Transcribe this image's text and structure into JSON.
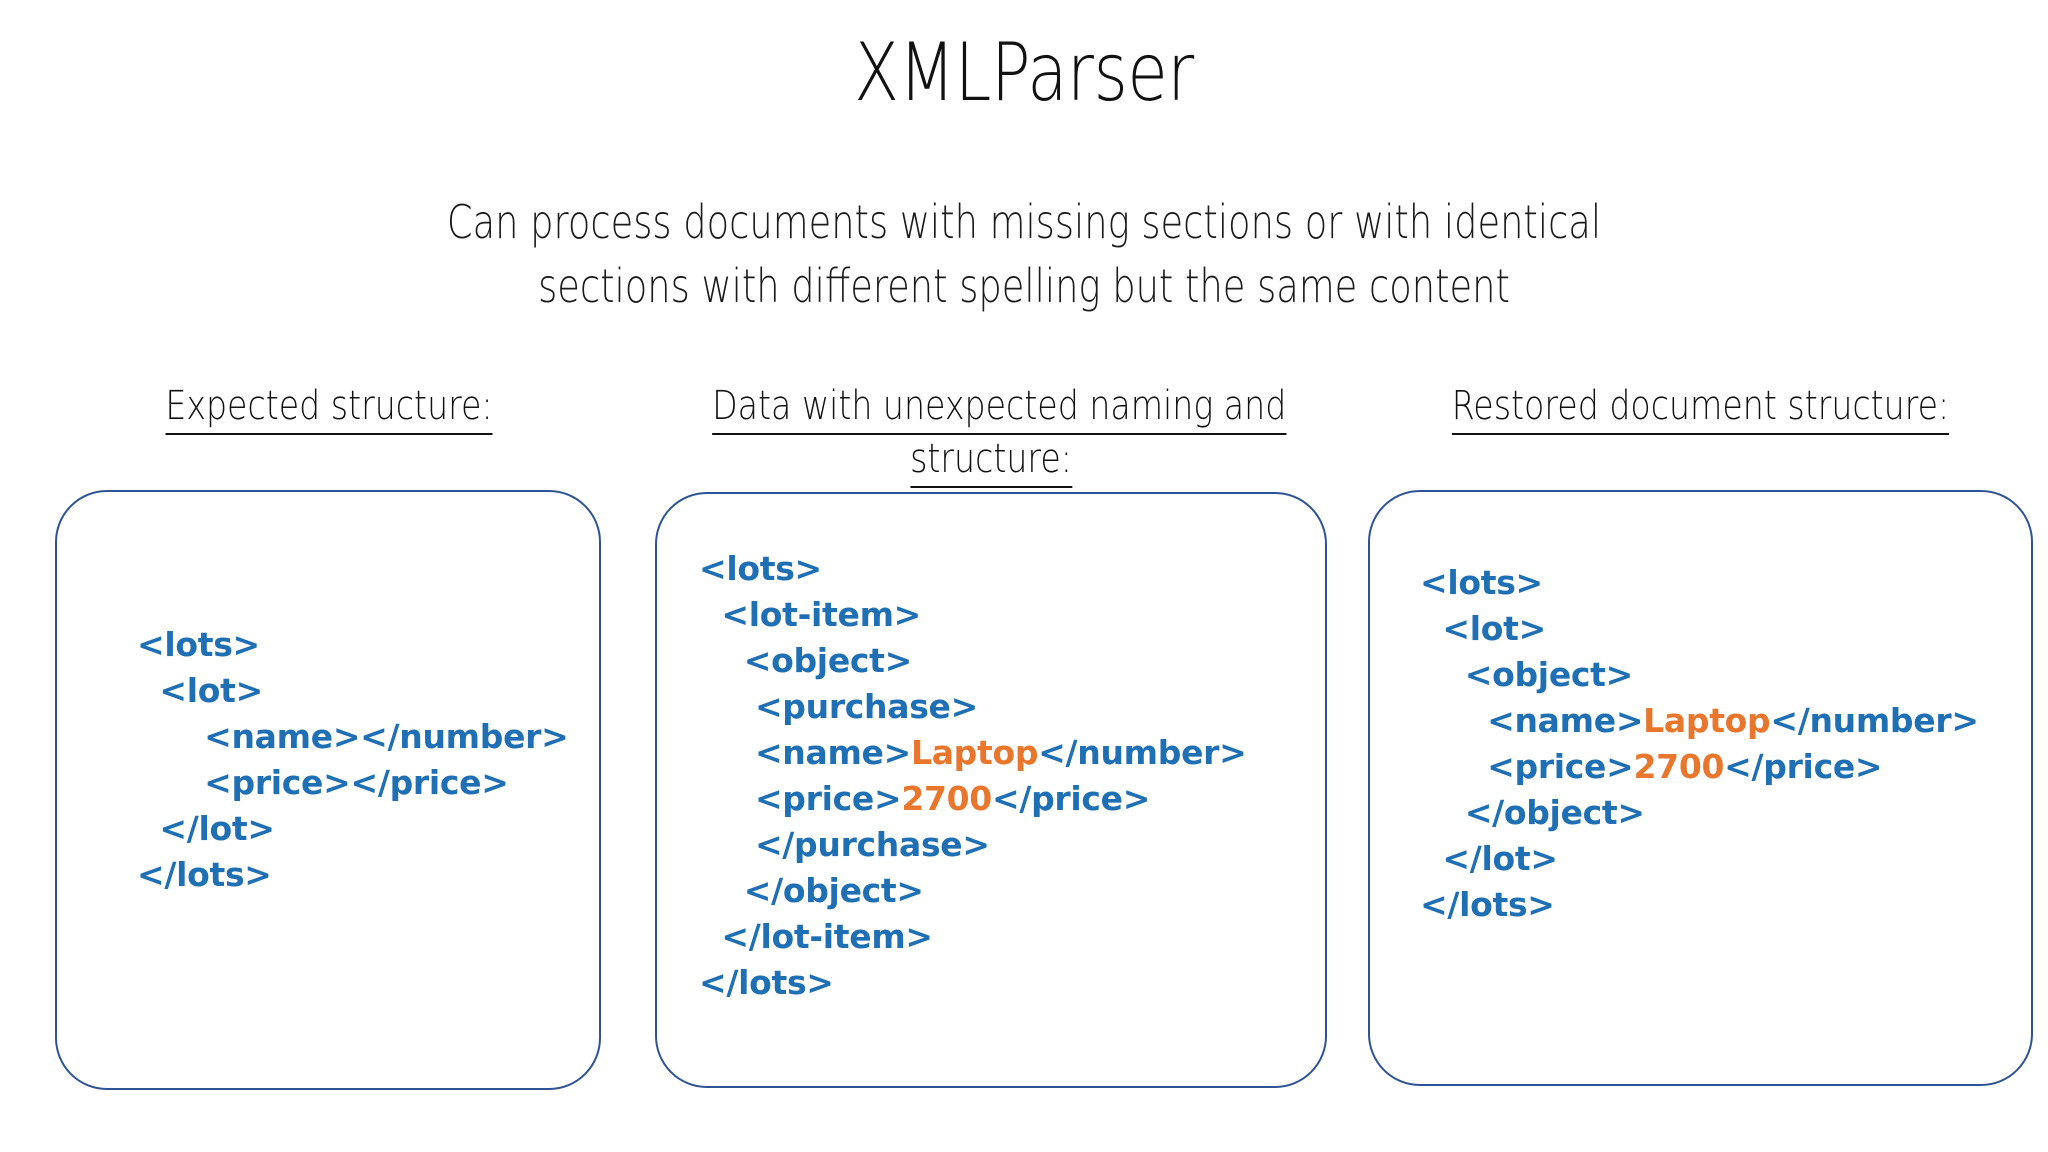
{
  "slide": {
    "title": "XMLParser",
    "subtitle_lines": [
      "Can process documents with missing sections or with identical",
      "sections with different spelling but the same content"
    ]
  },
  "colors": {
    "tag_blue": "#1F6FB5",
    "value_orange": "#E8762C",
    "box_border": "#2E5496",
    "text_black": "#111111",
    "background": "#FFFFFF"
  },
  "columns": [
    {
      "id": "expected",
      "heading_lines": [
        "Expected structure:"
      ],
      "code_lines": [
        {
          "indent": "",
          "tag_open": "<lots>",
          "value": "",
          "tag_close": ""
        },
        {
          "indent": "  ",
          "tag_open": "<lot>",
          "value": "",
          "tag_close": ""
        },
        {
          "indent": "      ",
          "tag_open": "<name>",
          "value": "",
          "tag_close": "</number>"
        },
        {
          "indent": "      ",
          "tag_open": "<price>",
          "value": "",
          "tag_close": "</price>"
        },
        {
          "indent": "  ",
          "tag_open": "</lot>",
          "value": "",
          "tag_close": ""
        },
        {
          "indent": "",
          "tag_open": "</lots>",
          "value": "",
          "tag_close": ""
        }
      ]
    },
    {
      "id": "unexpected",
      "heading_lines": [
        "Data with unexpected naming and",
        "structure:"
      ],
      "code_lines": [
        {
          "indent": "",
          "tag_open": "<lots>",
          "value": "",
          "tag_close": ""
        },
        {
          "indent": "  ",
          "tag_open": "<lot-item>",
          "value": "",
          "tag_close": ""
        },
        {
          "indent": "    ",
          "tag_open": "<object>",
          "value": "",
          "tag_close": ""
        },
        {
          "indent": "     ",
          "tag_open": "<purchase>",
          "value": "",
          "tag_close": ""
        },
        {
          "indent": "     ",
          "tag_open": "<name>",
          "value": "Laptop",
          "tag_close": "</number>"
        },
        {
          "indent": "     ",
          "tag_open": "<price>",
          "value": "2700",
          "tag_close": "</price>"
        },
        {
          "indent": "     ",
          "tag_open": "</purchase>",
          "value": "",
          "tag_close": ""
        },
        {
          "indent": "    ",
          "tag_open": "</object>",
          "value": "",
          "tag_close": ""
        },
        {
          "indent": "  ",
          "tag_open": "</lot-item>",
          "value": "",
          "tag_close": ""
        },
        {
          "indent": "",
          "tag_open": "</lots>",
          "value": "",
          "tag_close": ""
        }
      ]
    },
    {
      "id": "restored",
      "heading_lines": [
        "Restored document structure:"
      ],
      "code_lines": [
        {
          "indent": "",
          "tag_open": "<lots>",
          "value": "",
          "tag_close": ""
        },
        {
          "indent": "  ",
          "tag_open": "<lot>",
          "value": "",
          "tag_close": ""
        },
        {
          "indent": "    ",
          "tag_open": "<object>",
          "value": "",
          "tag_close": ""
        },
        {
          "indent": "      ",
          "tag_open": "<name>",
          "value": "Laptop",
          "tag_close": "</number>"
        },
        {
          "indent": "      ",
          "tag_open": "<price>",
          "value": "2700",
          "tag_close": "</price>"
        },
        {
          "indent": "    ",
          "tag_open": "</object>",
          "value": "",
          "tag_close": ""
        },
        {
          "indent": "  ",
          "tag_open": "</lot>",
          "value": "",
          "tag_close": ""
        },
        {
          "indent": "",
          "tag_open": "</lots>",
          "value": "",
          "tag_close": ""
        }
      ]
    }
  ]
}
